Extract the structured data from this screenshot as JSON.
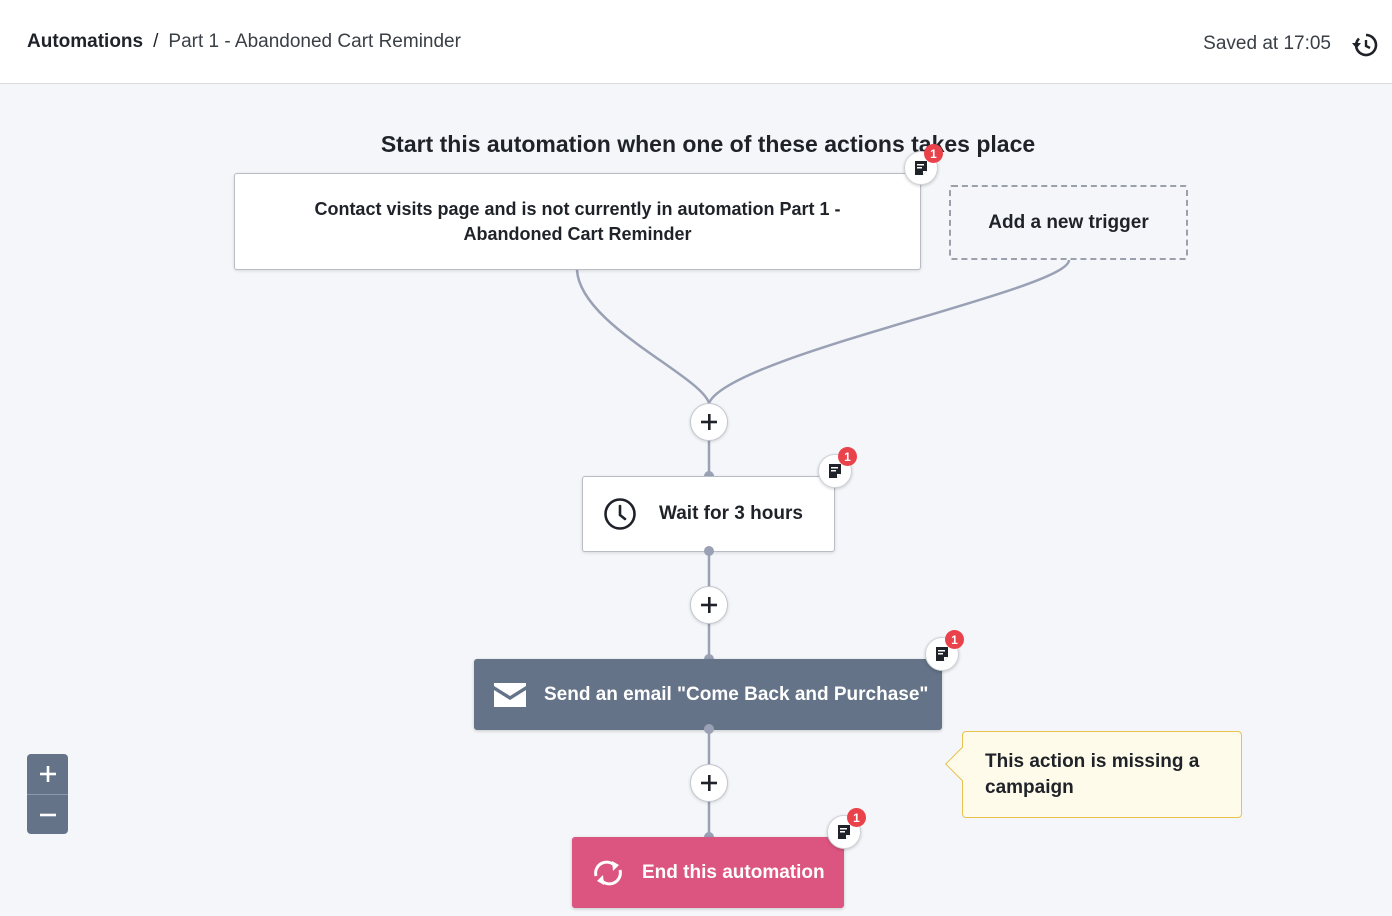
{
  "breadcrumb": {
    "root": "Automations",
    "separator": "/",
    "current": "Part 1 - Abandoned Cart Reminder"
  },
  "header": {
    "saved_status": "Saved at 17:05",
    "history_icon": "history-icon"
  },
  "canvas": {
    "heading": "Start this automation when one of these actions takes place"
  },
  "trigger": {
    "label": "Contact visits page and is not currently in automation Part 1 - Abandoned Cart Reminder",
    "note_count": "1"
  },
  "add_trigger": {
    "label": "Add a new trigger"
  },
  "steps": {
    "wait": {
      "label": "Wait for 3 hours",
      "icon": "clock-icon",
      "note_count": "1"
    },
    "email": {
      "label": "Send an email \"Come Back and Purchase\"",
      "icon": "envelope-icon",
      "note_count": "1",
      "color": "#647387"
    },
    "end": {
      "label": "End this automation",
      "icon": "loop-icon",
      "note_count": "1",
      "color": "#dc5580"
    }
  },
  "warning": {
    "text": "This action is missing a campaign"
  },
  "zoom": {
    "in_icon": "plus-icon",
    "out_icon": "minus-icon"
  },
  "colors": {
    "connector": "#9aa1b5",
    "badge": "#e9424a",
    "warning_bg": "#fffbea"
  }
}
